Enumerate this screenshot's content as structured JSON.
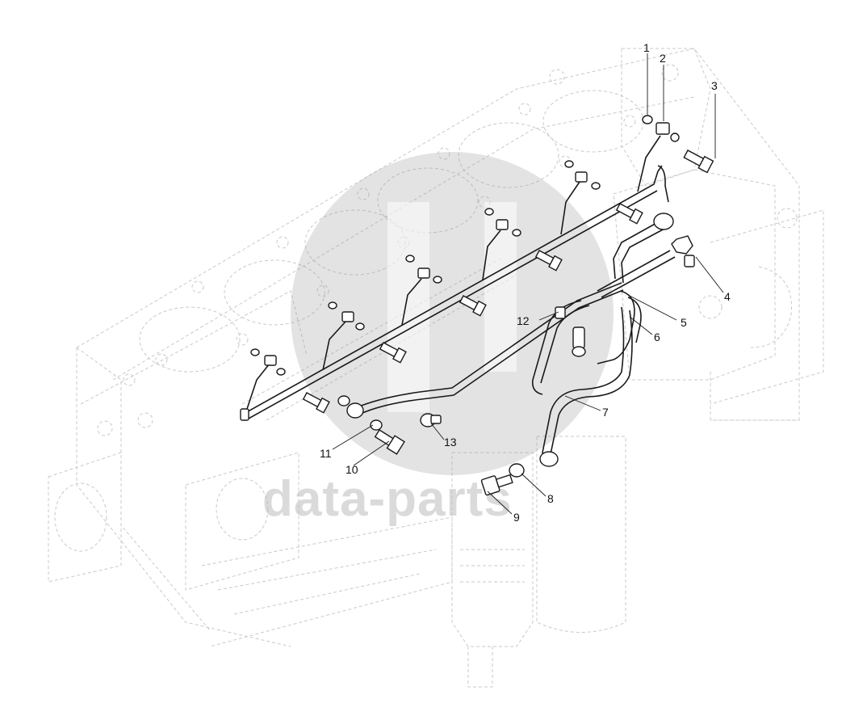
{
  "watermark": {
    "text": "data-parts",
    "color": "#bdbdbd"
  },
  "callouts": [
    {
      "id": "1",
      "label": "1"
    },
    {
      "id": "2",
      "label": "2"
    },
    {
      "id": "3",
      "label": "3"
    },
    {
      "id": "4",
      "label": "4"
    },
    {
      "id": "5",
      "label": "5"
    },
    {
      "id": "6",
      "label": "6"
    },
    {
      "id": "7",
      "label": "7"
    },
    {
      "id": "8",
      "label": "8"
    },
    {
      "id": "9",
      "label": "9"
    },
    {
      "id": "10",
      "label": "10"
    },
    {
      "id": "11",
      "label": "11"
    },
    {
      "id": "12",
      "label": "12"
    },
    {
      "id": "13",
      "label": "13"
    }
  ],
  "colors": {
    "line": "#1a1a1a",
    "ghost": "#c9c9c9",
    "background": "#ffffff"
  }
}
